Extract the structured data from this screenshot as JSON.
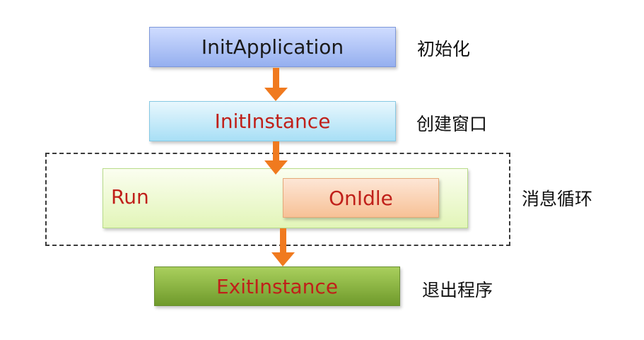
{
  "diagram": {
    "steps": [
      {
        "label": "InitApplication",
        "note": "初始化"
      },
      {
        "label": "InitInstance",
        "note": "创建窗口"
      },
      {
        "label": "Run",
        "inner": "OnIdle",
        "note": "消息循环"
      },
      {
        "label": "ExitInstance",
        "note": "退出程序"
      }
    ],
    "colors": {
      "arrow": "#f07a1f",
      "highlight_text": "#c0201a",
      "init_app_fill": "#a9c0f5",
      "init_instance_fill": "#bde7f8",
      "run_fill": "#ecf9cc",
      "onidle_fill": "#f9cfae",
      "exit_fill": "#86b33d"
    }
  }
}
